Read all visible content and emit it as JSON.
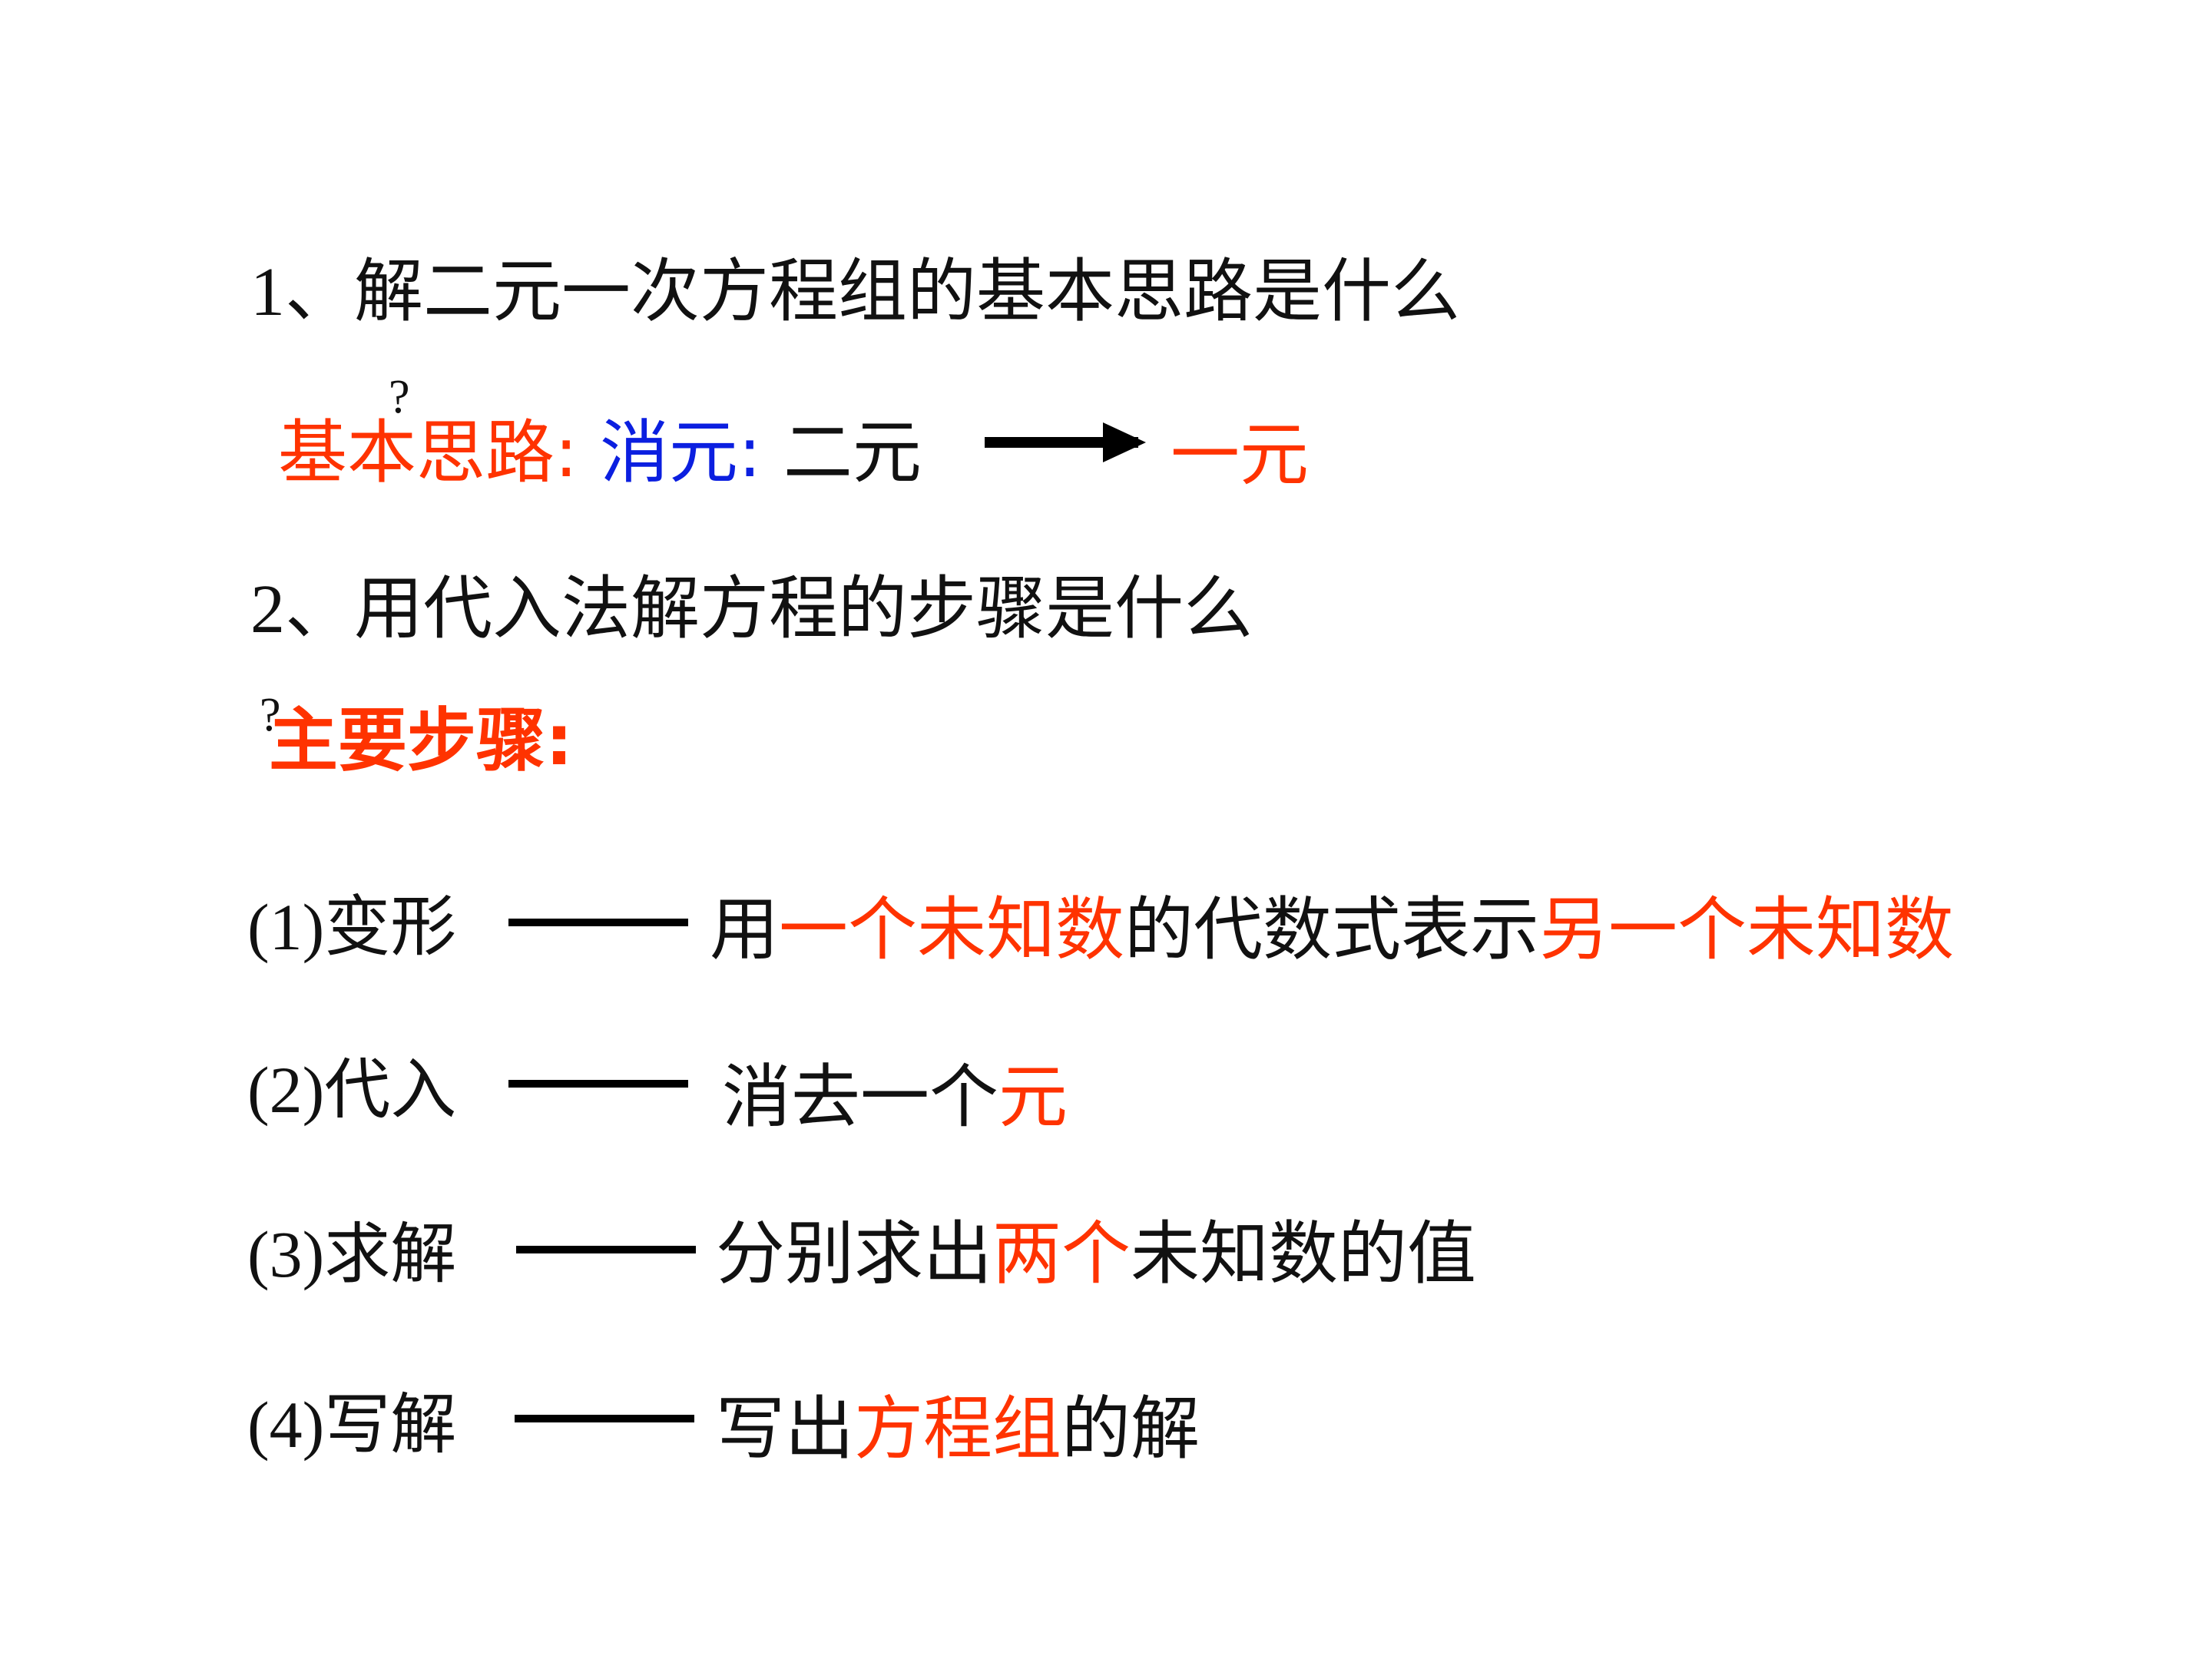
{
  "q1": {
    "number": "1",
    "sep": "、",
    "text": "解二元一次方程组的基本思路是什么",
    "qmark": "?"
  },
  "a1": {
    "label": "基本思路",
    "colon1": ":",
    "term": "消元",
    "colon2": ":",
    "from": "二元",
    "to": "一元"
  },
  "q2": {
    "number": "2",
    "sep": "、",
    "text": "用代入法解方程的步骤是什么",
    "qmark": "?"
  },
  "a2": {
    "label": "主要步骤",
    "colon": ":"
  },
  "steps": [
    {
      "num": "(1)",
      "name": "变形",
      "parts": [
        "用",
        "一个未知数",
        "的代数式表示",
        "另一个未知数"
      ]
    },
    {
      "num": "(2)",
      "name": "代入",
      "parts": [
        "消去一个",
        "元"
      ]
    },
    {
      "num": "(3)",
      "name": "求解",
      "parts": [
        "分别求出",
        "两个",
        "未知数的值"
      ]
    },
    {
      "num": "(4)",
      "name": "写解",
      "parts": [
        "写出",
        "方程组",
        "的解"
      ]
    }
  ],
  "colors": {
    "highlight": "#ff3300",
    "keyword": "#0b1fe0",
    "text": "#111111"
  }
}
